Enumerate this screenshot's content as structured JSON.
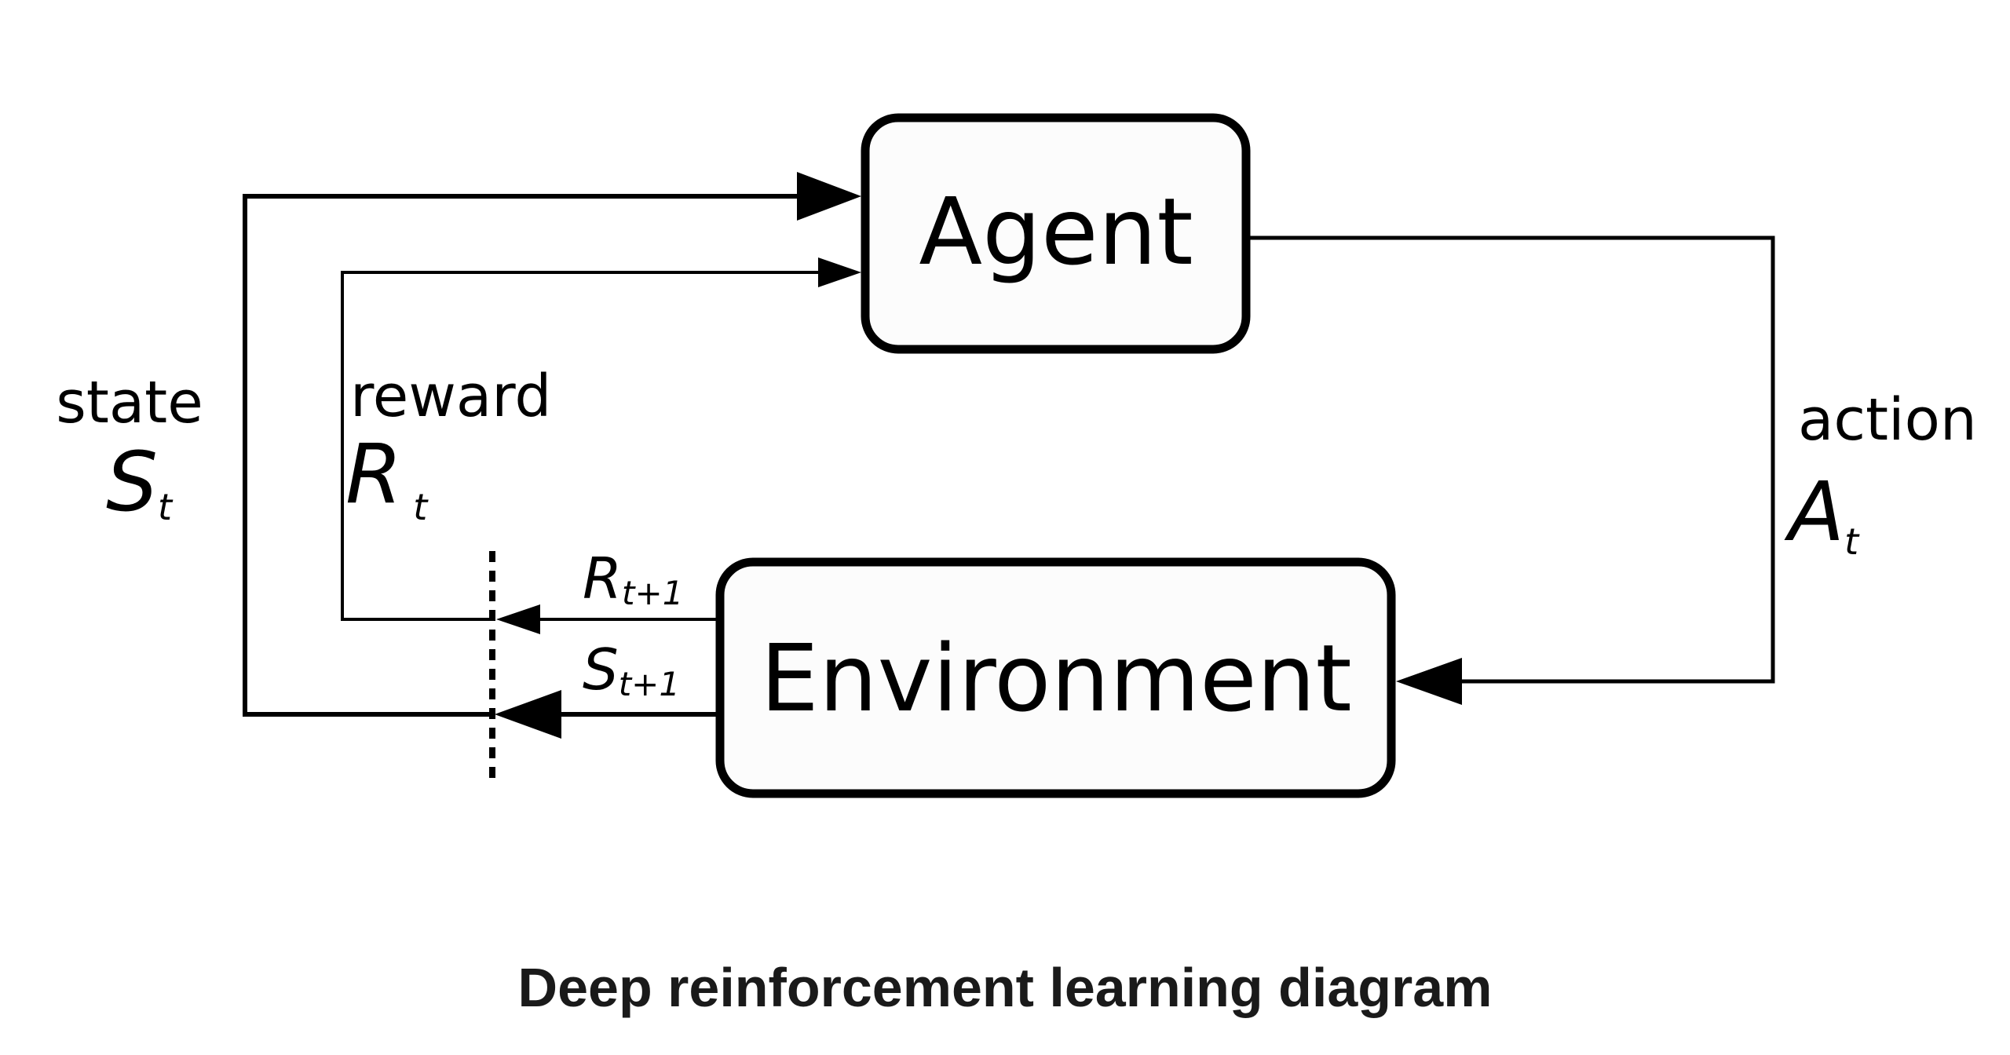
{
  "nodes": {
    "agent": {
      "label": "Agent"
    },
    "environment": {
      "label": "Environment"
    }
  },
  "labels": {
    "state": {
      "word": "state",
      "symbol": "S",
      "sub": "t"
    },
    "reward": {
      "word": "reward",
      "symbol": "R",
      "sub": "t"
    },
    "action": {
      "word": "action",
      "symbol": "A",
      "sub": "t"
    },
    "next_reward": {
      "symbol": "R",
      "sub": "t+1"
    },
    "next_state": {
      "symbol": "S",
      "sub": "t+1"
    }
  },
  "caption": "Deep reinforcement learning diagram",
  "edges": [
    {
      "from": "agent",
      "to": "environment",
      "label": "action"
    },
    {
      "from": "environment",
      "to": "agent",
      "label": "state"
    },
    {
      "from": "environment",
      "to": "agent",
      "label": "reward"
    }
  ]
}
